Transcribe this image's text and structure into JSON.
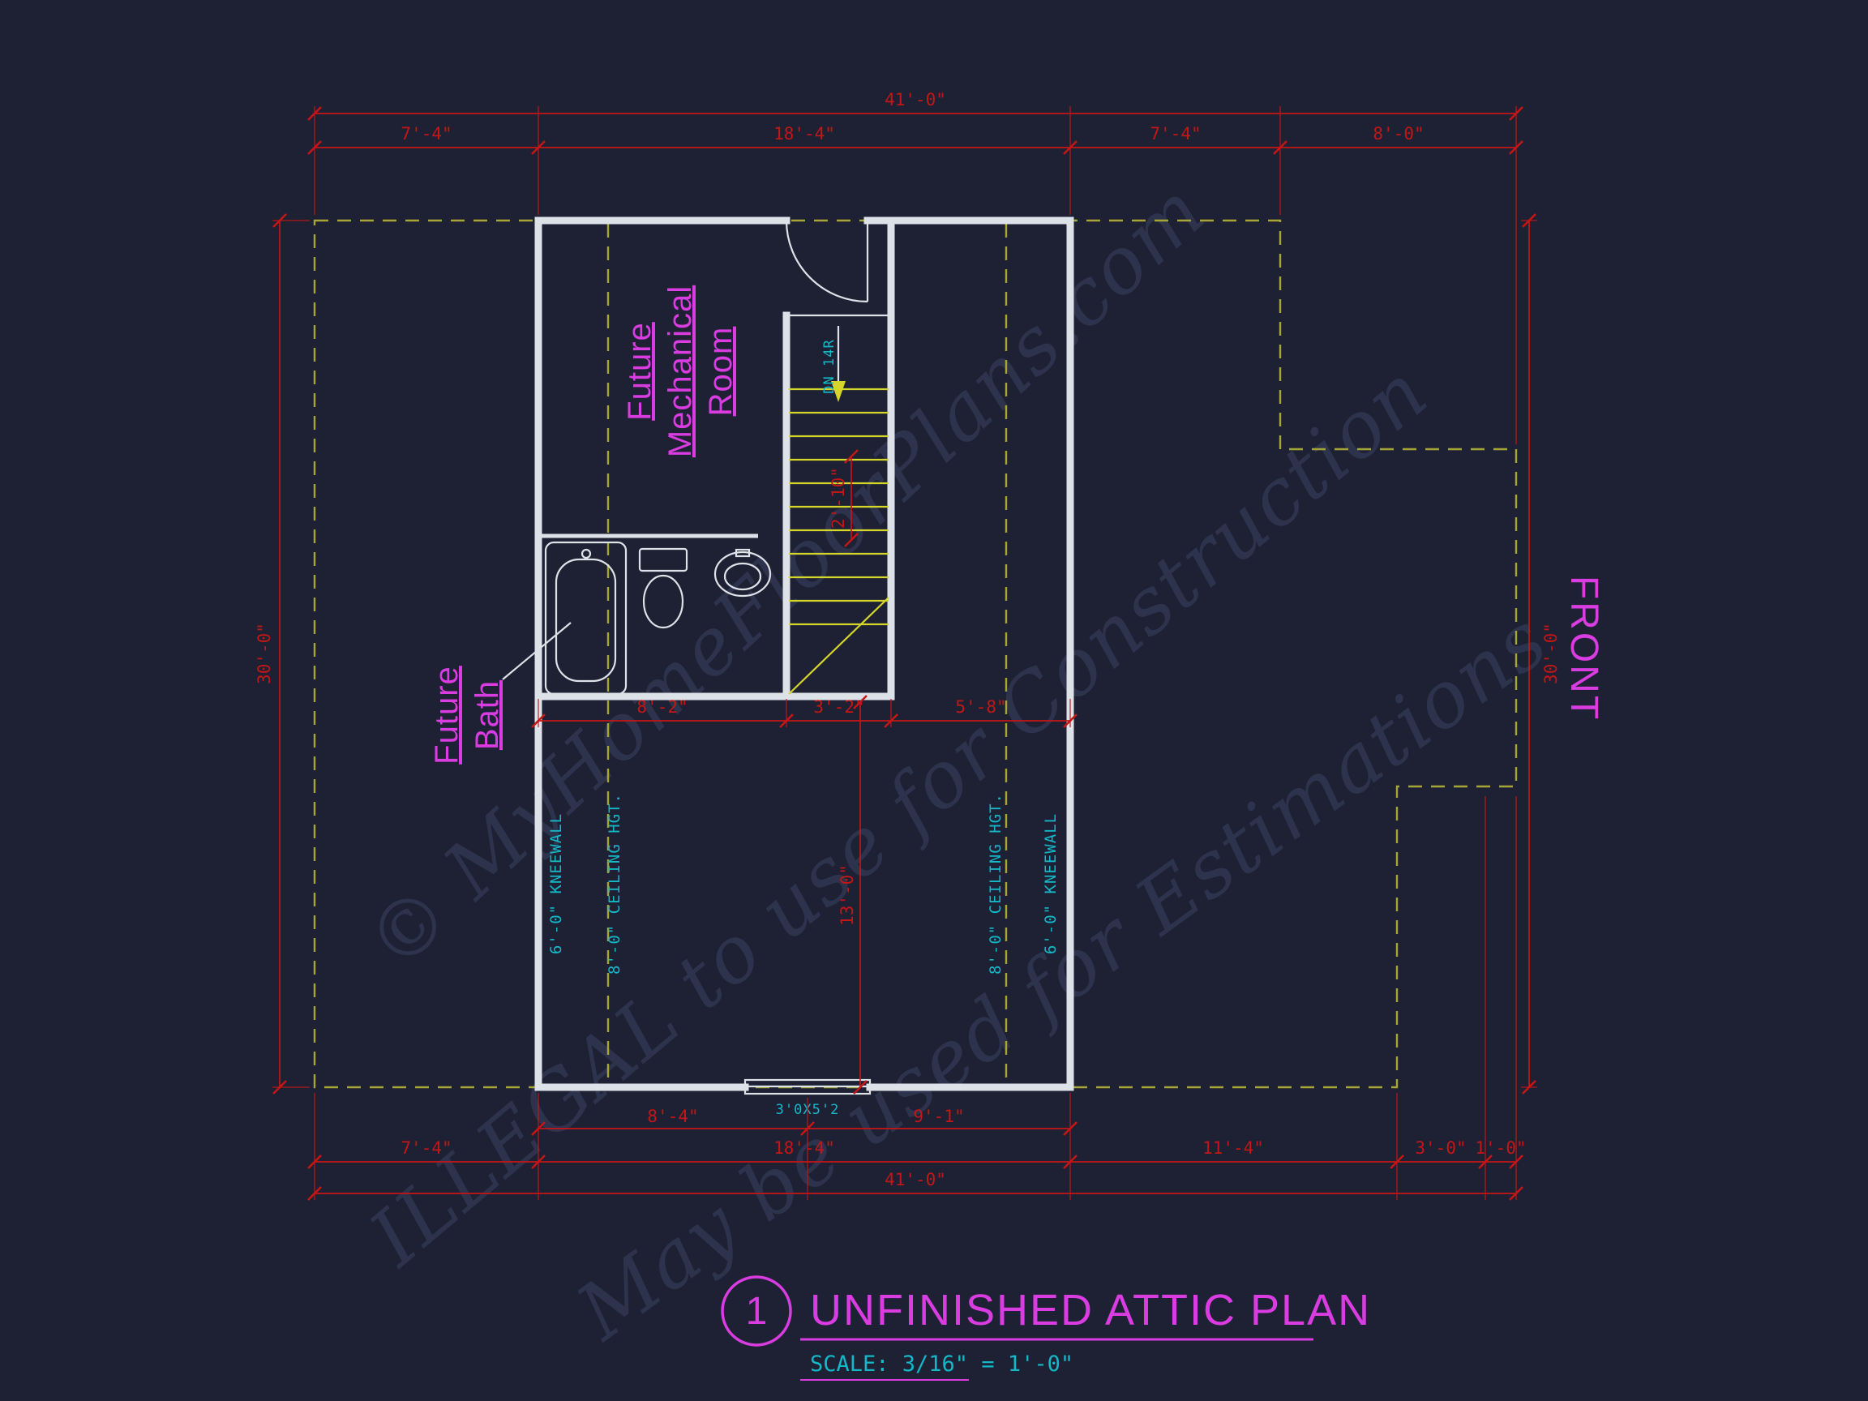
{
  "drawing": {
    "sheet_number": "1",
    "title": "UNFINISHED ATTIC PLAN",
    "scale_note": "SCALE: 3/16\" = 1'-0\""
  },
  "watermark": {
    "line1": "© MyHomeFloorPlans.com",
    "line2": "ILLEGAL to use for Construction",
    "line3": "May be used for Estimations"
  },
  "labels": {
    "front": "FRONT",
    "mech_room": [
      "Future",
      "Mechanical",
      "Room"
    ],
    "bath": [
      "Future",
      "Bath"
    ],
    "kneewall_left": "6'-0\" KNEEWALL",
    "ceiling_left": "8'-0\" CEILING HGT.",
    "ceiling_right": "8'-0\" CEILING HGT.",
    "kneewall_right": "6'-0\" KNEEWALL",
    "stair_note": "DN 14R",
    "window_size": "3'0X5'2"
  },
  "dims": {
    "top_overall": "41'-0\"",
    "top_segments": [
      "7'-4\"",
      "18'-4\"",
      "7'-4\"",
      "8'-0\""
    ],
    "side_left": "30'-0\"",
    "side_right": "30'-0\"",
    "mid_segments": [
      "8'-2\"",
      "3'-2\"",
      "5'-8\""
    ],
    "stair_landing": "2'-10\"",
    "room_depth": "13'-0\"",
    "bottom_row1": [
      "8'-4\"",
      "9'-1\""
    ],
    "bottom_row2": [
      "7'-4\"",
      "18'-4\"",
      "11'-4\"",
      "3'-0\"",
      "1'-0\""
    ],
    "bottom_overall": "41'-0\""
  },
  "colors": {
    "background": "#1d2133",
    "dim-red": "#c41616",
    "magenta": "#d93ce0",
    "cyan": "#14b8c8",
    "roof-yellow": "#a6a636",
    "stair-yellow": "#d6d62a",
    "wall": "#dde2e8",
    "watermark": "#5a6490"
  }
}
